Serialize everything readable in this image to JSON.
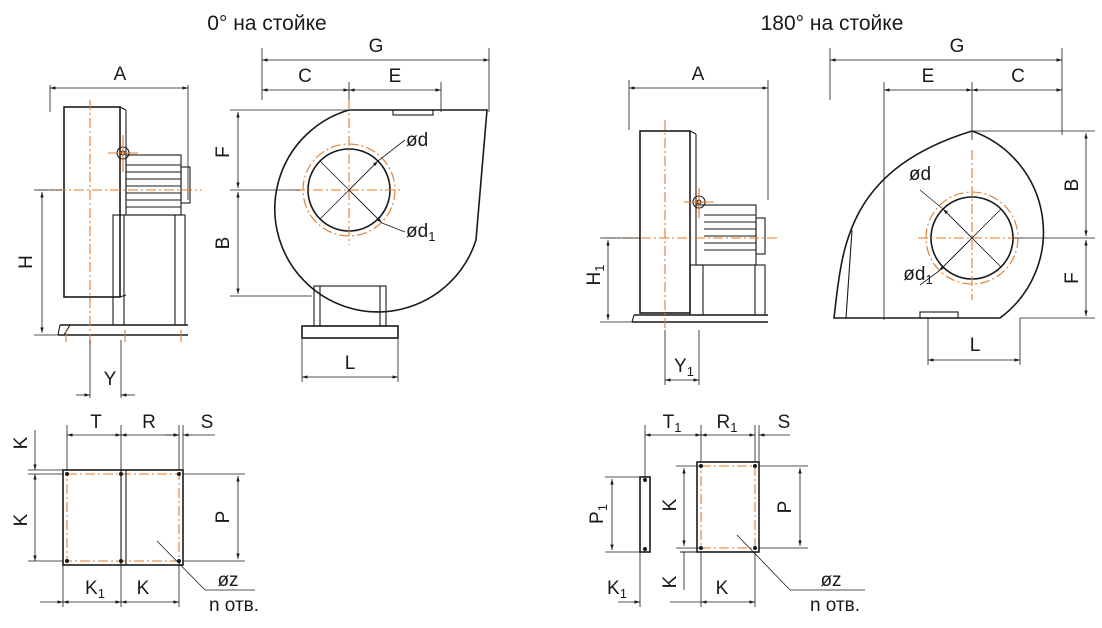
{
  "titles": {
    "left": "0° на стойке",
    "right": "180° на стойке"
  },
  "labels": {
    "A": "A",
    "G": "G",
    "C": "C",
    "E": "E",
    "F": "F",
    "B": "B",
    "H": "H",
    "H1": "H",
    "sub1": "1",
    "L": "L",
    "Y": "Y",
    "Y1": "Y",
    "T": "T",
    "T1": "T",
    "R": "R",
    "R1": "R",
    "S": "S",
    "K": "K",
    "K1": "K",
    "P": "P",
    "P1": "P",
    "d": "ød",
    "d1": "ød",
    "z": "øz",
    "holes": "n отв."
  },
  "colors": {
    "line": "#1a1a1a",
    "axis": "#e07a2a"
  }
}
